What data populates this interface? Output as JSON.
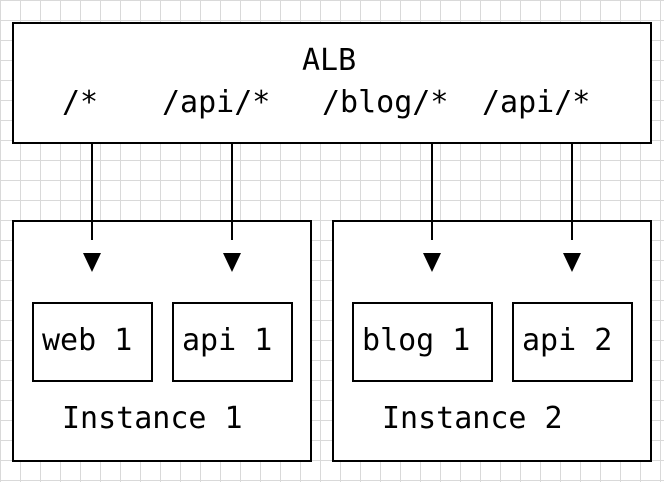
{
  "alb": {
    "title": "ALB",
    "routes": [
      "/*",
      "/api/*",
      "/blog/*",
      "/api/*"
    ]
  },
  "instances": [
    {
      "label": "Instance 1",
      "containers": [
        "web 1",
        "api 1"
      ]
    },
    {
      "label": "Instance 2",
      "containers": [
        "blog 1",
        "api 2"
      ]
    }
  ]
}
